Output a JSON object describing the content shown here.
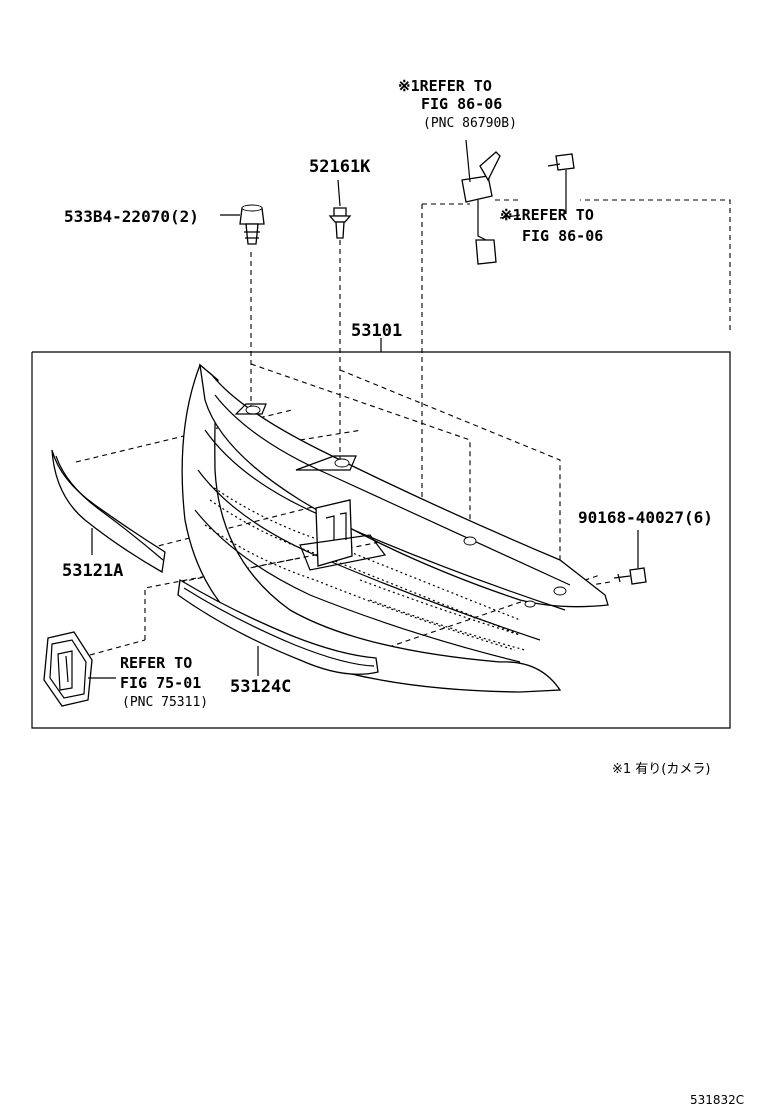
{
  "camera_refer_top": {
    "line1": "※1REFER TO",
    "line2": "FIG 86-06",
    "line3": "(PNC 86790B)"
  },
  "camera_refer_side": {
    "line1": "※1REFER TO",
    "line2": "FIG 86-06"
  },
  "part_clip": "52161K",
  "part_fastener": "533B4-22070(2)",
  "part_grille_assy": "53101",
  "part_screw": "90168-40027(6)",
  "part_upper_molding": "53121A",
  "part_lower_molding": "53124C",
  "emblem_refer": {
    "line1": "REFER TO",
    "line2": "FIG 75-01",
    "line3": "(PNC 75311)"
  },
  "footnote": "※1 有り(カメラ)",
  "figure_code": "531832C"
}
